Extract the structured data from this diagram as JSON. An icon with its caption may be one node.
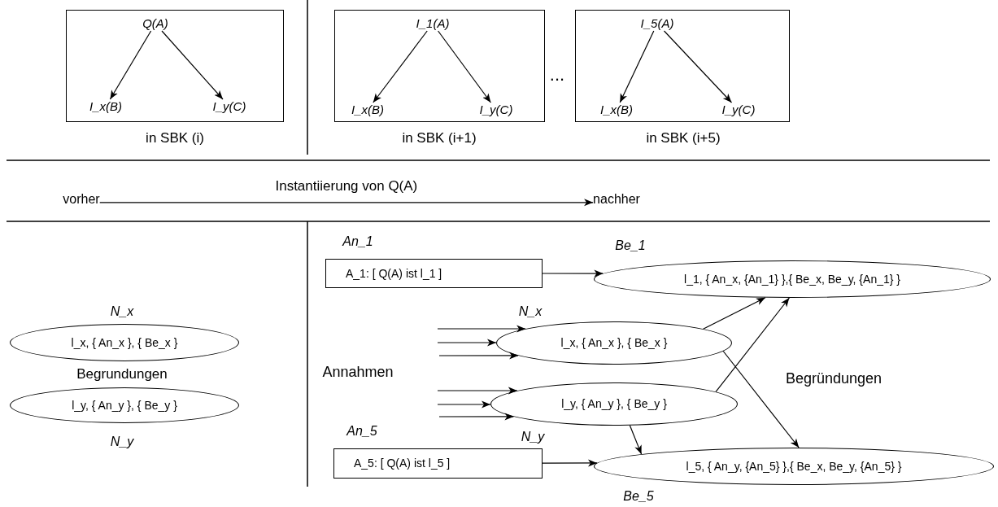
{
  "diagram": {
    "nodes": [
      {
        "text": [],
        "shape": "box",
        "beside": [
          "in SBK (i)"
        ]
      },
      {
        "text": [
          "Q(A)"
        ],
        "in": 0
      },
      {
        "text": [
          "I_x(B)"
        ],
        "in": 0
      },
      {
        "text": [
          "I_y(C)"
        ],
        "in": 0
      },
      {
        "text": [],
        "shape": "box",
        "beside": [
          "in SBK (i+1)"
        ]
      },
      {
        "text": [
          "I_1(A)"
        ],
        "in": 4
      },
      {
        "text": [
          "I_x(B)"
        ],
        "in": 4
      },
      {
        "text": [
          "I_y(C)"
        ],
        "in": 4
      },
      {
        "text": [],
        "shape": "box",
        "beside": [
          "in SBK (i+5)"
        ]
      },
      {
        "text": [
          "I_5(A)"
        ],
        "in": 8
      },
      {
        "text": [
          "I_x(B)"
        ],
        "in": 8
      },
      {
        "text": [
          "I_y(C)"
        ],
        "in": 8
      },
      {
        "text": [
          "vorher"
        ]
      },
      {
        "text": [
          "nachher"
        ]
      },
      {
        "text": [
          "l_x, { An_x }, { Be_x }"
        ],
        "beside": [
          "N_x"
        ]
      },
      {
        "text": [
          "l_y, { An_y }, { Be_y }"
        ],
        "beside": [
          "N_y"
        ]
      },
      {
        "text": [
          "A_1: [ Q(A) ist l_1 ]"
        ],
        "beside": [
          "An_1"
        ]
      },
      {
        "text": [
          "l_1, { An_x, {An_1} },{ Be_x, Be_y, {An_1} }"
        ],
        "beside": [
          "Be_1"
        ]
      },
      {
        "text": [
          "l_x, { An_x }, { Be_x }"
        ],
        "beside": [
          "N_x"
        ]
      },
      {
        "text": [
          "l_y, { An_y }, { Be_y }"
        ],
        "beside": [
          "N_y"
        ]
      },
      {
        "text": [
          "A_5: [ Q(A) ist l_5 ]"
        ],
        "beside": [
          "An_5"
        ]
      },
      {
        "text": [
          "l_5, { An_y, {An_5} },{ Be_x, Be_y, {An_5} }"
        ],
        "beside": [
          "Be_5"
        ]
      }
    ],
    "edges": [
      {
        "from": 1,
        "to": 2,
        "arrow": "to"
      },
      {
        "from": 1,
        "to": 3,
        "arrow": "to"
      },
      {
        "from": 5,
        "to": 6,
        "arrow": "to"
      },
      {
        "from": 5,
        "to": 7,
        "arrow": "to"
      },
      {
        "from": 9,
        "to": 10,
        "arrow": "to"
      },
      {
        "from": 9,
        "to": 11,
        "arrow": "to"
      },
      {
        "from": 12,
        "to": 13,
        "arrow": "to",
        "label": "Instantiierung von Q(A)"
      },
      {
        "from": 16,
        "to": 17,
        "arrow": "to"
      },
      {
        "from": 18,
        "to": 17,
        "arrow": "to"
      },
      {
        "from": 19,
        "to": 17,
        "arrow": "to"
      },
      {
        "from": 18,
        "to": 21,
        "arrow": "to"
      },
      {
        "from": 19,
        "to": 21,
        "arrow": "to"
      },
      {
        "from": 20,
        "to": 21,
        "arrow": "to"
      },
      {
        "from": null,
        "to": 18,
        "arrow": "to"
      },
      {
        "from": null,
        "to": 18,
        "arrow": "to"
      },
      {
        "from": null,
        "to": 18,
        "arrow": "to"
      },
      {
        "from": null,
        "to": 19,
        "arrow": "to"
      },
      {
        "from": null,
        "to": 19,
        "arrow": "to"
      },
      {
        "from": null,
        "to": 19,
        "arrow": "to"
      }
    ],
    "labels": [
      "...",
      "Begrundungen",
      "Annahmen",
      "Begründungen"
    ]
  }
}
